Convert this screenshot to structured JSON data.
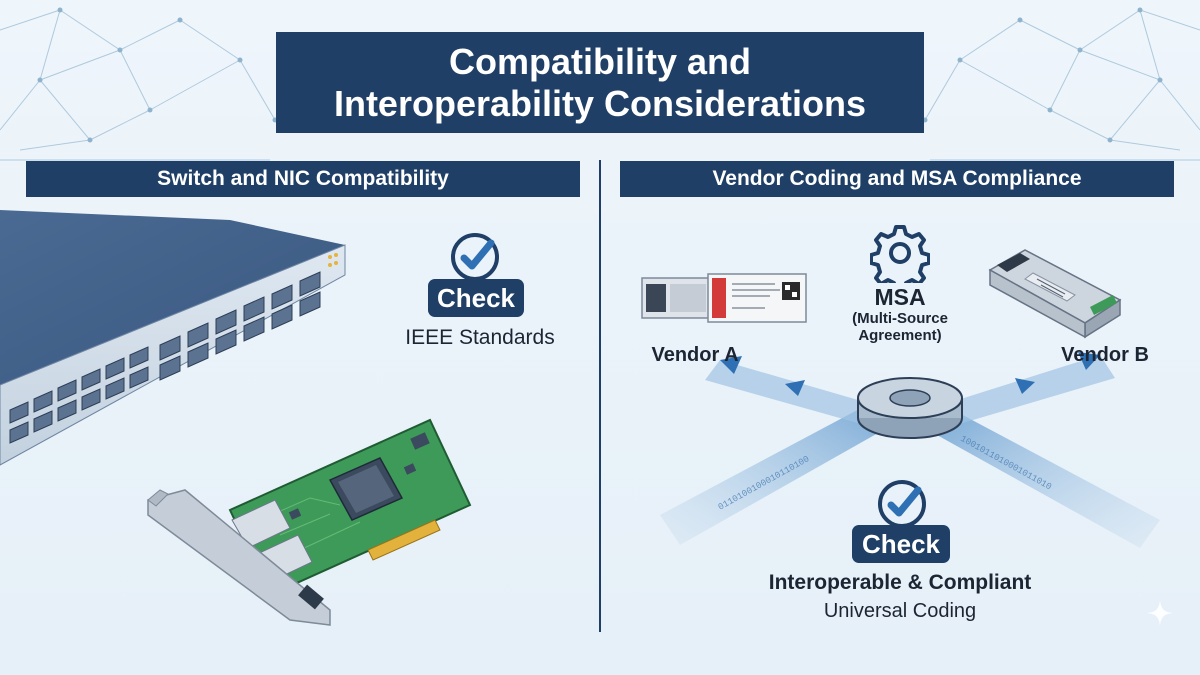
{
  "title": {
    "line1": "Compatibility and",
    "line2": "Interoperability Considerations"
  },
  "left_section": {
    "heading": "Switch and NIC Compatibility",
    "check_label": "Check",
    "check_caption": "IEEE Standards",
    "illustrations": [
      "network-switch",
      "network-interface-card"
    ]
  },
  "right_section": {
    "heading": "Vendor Coding and MSA Compliance",
    "msa_title": "MSA",
    "msa_subtitle_line1": "(Multi-Source",
    "msa_subtitle_line2": "Agreement)",
    "vendor_a": "Vendor A",
    "vendor_b": "Vendor B",
    "check_label": "Check",
    "result_title": "Interoperable & Compliant",
    "result_subtitle": "Universal Coding",
    "illustrations": [
      "sfp-transceiver-vendor-a",
      "sfp-transceiver-vendor-b",
      "gear-icon",
      "data-hub"
    ]
  },
  "colors": {
    "navy": "#1f3f66",
    "accent_blue": "#2f6fb3",
    "background": "#e9f2f9"
  }
}
